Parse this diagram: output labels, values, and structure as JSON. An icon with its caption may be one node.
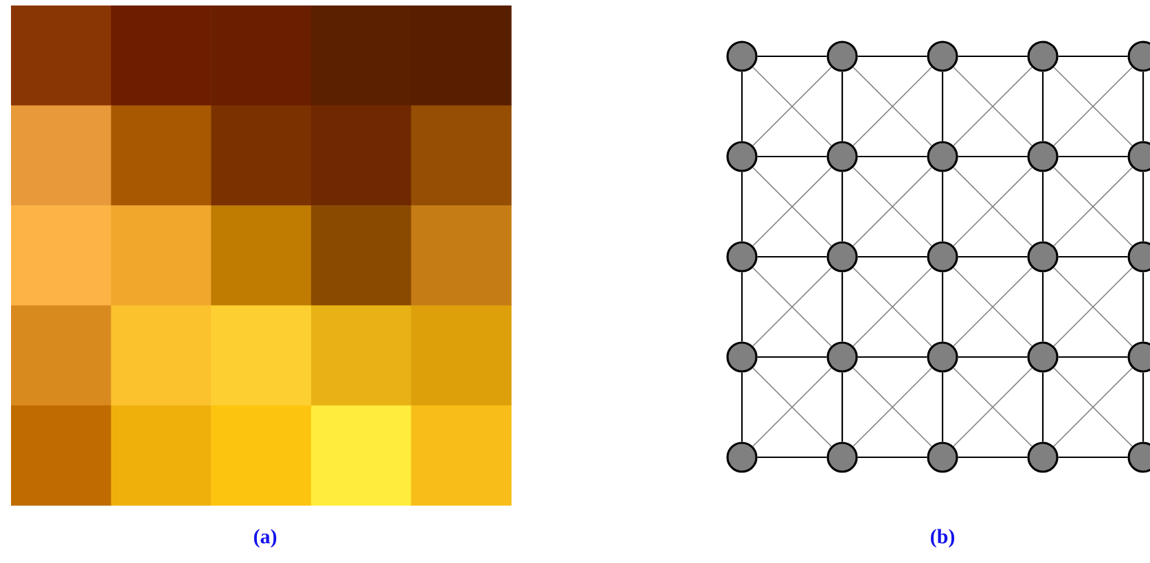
{
  "diagram": {
    "nodes": [
      {
        "text": [],
        "shape": "circle"
      },
      {
        "text": [],
        "shape": "circle"
      },
      {
        "text": [],
        "shape": "circle"
      },
      {
        "text": [],
        "shape": "circle"
      },
      {
        "text": [],
        "shape": "circle"
      },
      {
        "text": [],
        "shape": "circle"
      },
      {
        "text": [],
        "shape": "circle"
      },
      {
        "text": [],
        "shape": "circle"
      },
      {
        "text": [],
        "shape": "circle"
      },
      {
        "text": [],
        "shape": "circle"
      },
      {
        "text": [],
        "shape": "circle"
      },
      {
        "text": [],
        "shape": "circle"
      },
      {
        "text": [],
        "shape": "circle"
      },
      {
        "text": [],
        "shape": "circle"
      },
      {
        "text": [],
        "shape": "circle"
      },
      {
        "text": [],
        "shape": "circle"
      },
      {
        "text": [],
        "shape": "circle"
      },
      {
        "text": [],
        "shape": "circle"
      },
      {
        "text": [],
        "shape": "circle"
      },
      {
        "text": [],
        "shape": "circle"
      },
      {
        "text": [],
        "shape": "circle"
      },
      {
        "text": [],
        "shape": "circle"
      },
      {
        "text": [],
        "shape": "circle"
      },
      {
        "text": [],
        "shape": "circle"
      },
      {
        "text": [],
        "shape": "circle"
      }
    ],
    "edges": [
      {
        "from": 0,
        "to": 1,
        "arrow": "none"
      },
      {
        "from": 1,
        "to": 2,
        "arrow": "none"
      },
      {
        "from": 2,
        "to": 3,
        "arrow": "none"
      },
      {
        "from": 3,
        "to": 4,
        "arrow": "none"
      },
      {
        "from": 5,
        "to": 6,
        "arrow": "none"
      },
      {
        "from": 6,
        "to": 7,
        "arrow": "none"
      },
      {
        "from": 7,
        "to": 8,
        "arrow": "none"
      },
      {
        "from": 8,
        "to": 9,
        "arrow": "none"
      },
      {
        "from": 10,
        "to": 11,
        "arrow": "none"
      },
      {
        "from": 11,
        "to": 12,
        "arrow": "none"
      },
      {
        "from": 12,
        "to": 13,
        "arrow": "none"
      },
      {
        "from": 13,
        "to": 14,
        "arrow": "none"
      },
      {
        "from": 15,
        "to": 16,
        "arrow": "none"
      },
      {
        "from": 16,
        "to": 17,
        "arrow": "none"
      },
      {
        "from": 17,
        "to": 18,
        "arrow": "none"
      },
      {
        "from": 18,
        "to": 19,
        "arrow": "none"
      },
      {
        "from": 20,
        "to": 21,
        "arrow": "none"
      },
      {
        "from": 21,
        "to": 22,
        "arrow": "none"
      },
      {
        "from": 22,
        "to": 23,
        "arrow": "none"
      },
      {
        "from": 23,
        "to": 24,
        "arrow": "none"
      },
      {
        "from": 0,
        "to": 5,
        "arrow": "none"
      },
      {
        "from": 1,
        "to": 6,
        "arrow": "none"
      },
      {
        "from": 2,
        "to": 7,
        "arrow": "none"
      },
      {
        "from": 3,
        "to": 8,
        "arrow": "none"
      },
      {
        "from": 4,
        "to": 9,
        "arrow": "none"
      },
      {
        "from": 5,
        "to": 10,
        "arrow": "none"
      },
      {
        "from": 6,
        "to": 11,
        "arrow": "none"
      },
      {
        "from": 7,
        "to": 12,
        "arrow": "none"
      },
      {
        "from": 8,
        "to": 13,
        "arrow": "none"
      },
      {
        "from": 9,
        "to": 14,
        "arrow": "none"
      },
      {
        "from": 10,
        "to": 15,
        "arrow": "none"
      },
      {
        "from": 11,
        "to": 16,
        "arrow": "none"
      },
      {
        "from": 12,
        "to": 17,
        "arrow": "none"
      },
      {
        "from": 13,
        "to": 18,
        "arrow": "none"
      },
      {
        "from": 14,
        "to": 19,
        "arrow": "none"
      },
      {
        "from": 15,
        "to": 20,
        "arrow": "none"
      },
      {
        "from": 16,
        "to": 21,
        "arrow": "none"
      },
      {
        "from": 17,
        "to": 22,
        "arrow": "none"
      },
      {
        "from": 18,
        "to": 23,
        "arrow": "none"
      },
      {
        "from": 19,
        "to": 24,
        "arrow": "none"
      },
      {
        "from": 0,
        "to": 6,
        "arrow": "none",
        "color": "#808080"
      },
      {
        "from": 1,
        "to": 5,
        "arrow": "none",
        "color": "#808080"
      },
      {
        "from": 1,
        "to": 7,
        "arrow": "none",
        "color": "#808080"
      },
      {
        "from": 2,
        "to": 6,
        "arrow": "none",
        "color": "#808080"
      },
      {
        "from": 2,
        "to": 8,
        "arrow": "none",
        "color": "#808080"
      },
      {
        "from": 3,
        "to": 7,
        "arrow": "none",
        "color": "#808080"
      },
      {
        "from": 3,
        "to": 9,
        "arrow": "none",
        "color": "#808080"
      },
      {
        "from": 4,
        "to": 8,
        "arrow": "none",
        "color": "#808080"
      },
      {
        "from": 5,
        "to": 11,
        "arrow": "none",
        "color": "#808080"
      },
      {
        "from": 6,
        "to": 10,
        "arrow": "none",
        "color": "#808080"
      },
      {
        "from": 6,
        "to": 12,
        "arrow": "none",
        "color": "#808080"
      },
      {
        "from": 7,
        "to": 11,
        "arrow": "none",
        "color": "#808080"
      },
      {
        "from": 7,
        "to": 13,
        "arrow": "none",
        "color": "#808080"
      },
      {
        "from": 8,
        "to": 12,
        "arrow": "none",
        "color": "#808080"
      },
      {
        "from": 8,
        "to": 14,
        "arrow": "none",
        "color": "#808080"
      },
      {
        "from": 9,
        "to": 13,
        "arrow": "none",
        "color": "#808080"
      },
      {
        "from": 10,
        "to": 16,
        "arrow": "none",
        "color": "#808080"
      },
      {
        "from": 11,
        "to": 15,
        "arrow": "none",
        "color": "#808080"
      },
      {
        "from": 11,
        "to": 17,
        "arrow": "none",
        "color": "#808080"
      },
      {
        "from": 12,
        "to": 16,
        "arrow": "none",
        "color": "#808080"
      },
      {
        "from": 12,
        "to": 18,
        "arrow": "none",
        "color": "#808080"
      },
      {
        "from": 13,
        "to": 17,
        "arrow": "none",
        "color": "#808080"
      },
      {
        "from": 13,
        "to": 19,
        "arrow": "none",
        "color": "#808080"
      },
      {
        "from": 14,
        "to": 18,
        "arrow": "none",
        "color": "#808080"
      },
      {
        "from": 15,
        "to": 21,
        "arrow": "none",
        "color": "#808080"
      },
      {
        "from": 16,
        "to": 20,
        "arrow": "none",
        "color": "#808080"
      },
      {
        "from": 16,
        "to": 22,
        "arrow": "none",
        "color": "#808080"
      },
      {
        "from": 17,
        "to": 21,
        "arrow": "none",
        "color": "#808080"
      },
      {
        "from": 17,
        "to": 23,
        "arrow": "none",
        "color": "#808080"
      },
      {
        "from": 18,
        "to": 22,
        "arrow": "none",
        "color": "#808080"
      },
      {
        "from": 18,
        "to": 24,
        "arrow": "none",
        "color": "#808080"
      },
      {
        "from": 19,
        "to": 23,
        "arrow": "none",
        "color": "#808080"
      }
    ],
    "labels": [
      "(a)",
      "(b)"
    ]
  }
}
